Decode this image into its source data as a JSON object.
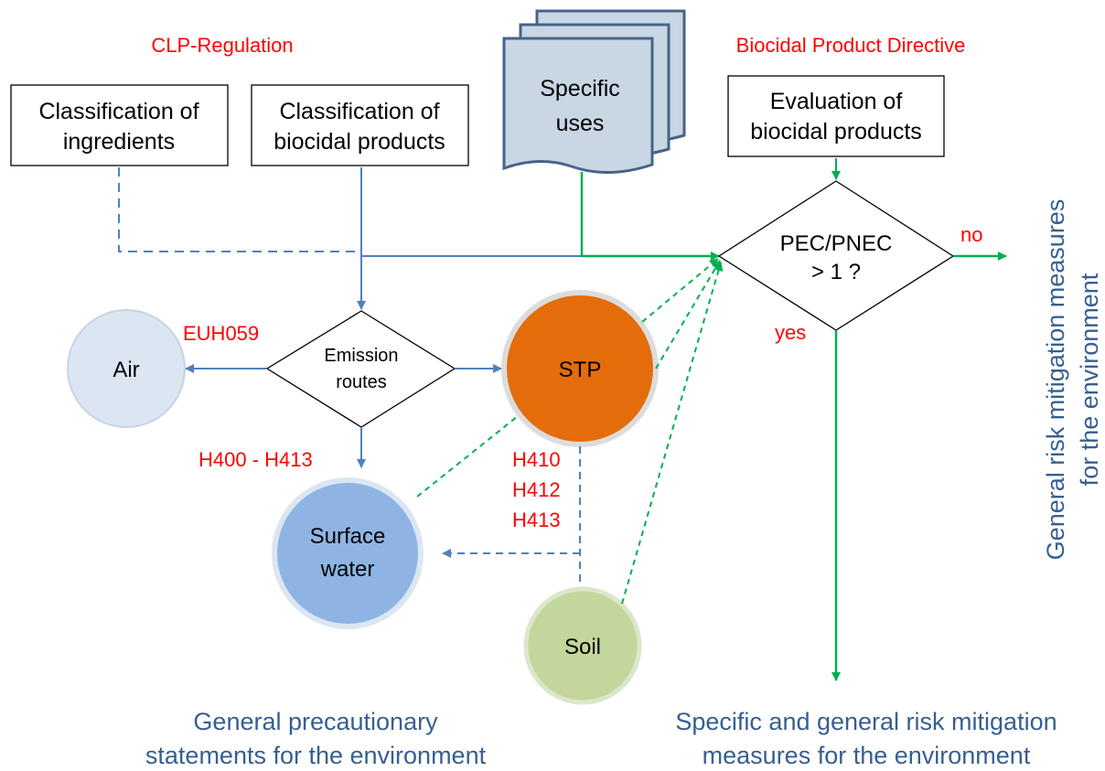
{
  "headers": {
    "clp": "CLP-Regulation",
    "bpd": "Biocidal Product Directive"
  },
  "boxes": {
    "ingredients": [
      "Classification of",
      "ingredients"
    ],
    "products": [
      "Classification of",
      "biocidal products"
    ],
    "specific_uses": [
      "Specific",
      "uses"
    ],
    "evaluation": [
      "Evaluation of",
      "biocidal products"
    ]
  },
  "decisions": {
    "pec": [
      "PEC/PNEC",
      "> 1 ?"
    ],
    "emission": [
      "Emission",
      "routes"
    ]
  },
  "nodes": {
    "air": "Air",
    "stp": "STP",
    "surface_water": [
      "Surface",
      "water"
    ],
    "soil": "Soil"
  },
  "codes": {
    "euh059": "EUH059",
    "h400_h413": "H400 - H413",
    "h410": "H410",
    "h412": "H412",
    "h413": "H413",
    "no": "no",
    "yes": "yes"
  },
  "outcomes": {
    "general_precautionary": [
      "General precautionary",
      "statements for the environment"
    ],
    "specific_general": [
      "Specific and general risk mitigation",
      "measures for the environment"
    ],
    "general_risk": [
      "General risk mitigation measures",
      "for the environment"
    ]
  },
  "colors": {
    "blue_line": "#4f81bd",
    "green_line": "#00b050",
    "red_text": "#ff0000",
    "air_fill": "#dce6f2",
    "stp_fill": "#e46c0a",
    "water_fill": "#8eb4e3",
    "soil_fill": "#c3d69b",
    "doc_fill": "#c9d6e3",
    "doc_stroke": "#44648a",
    "outcome_text": "#365f91"
  }
}
